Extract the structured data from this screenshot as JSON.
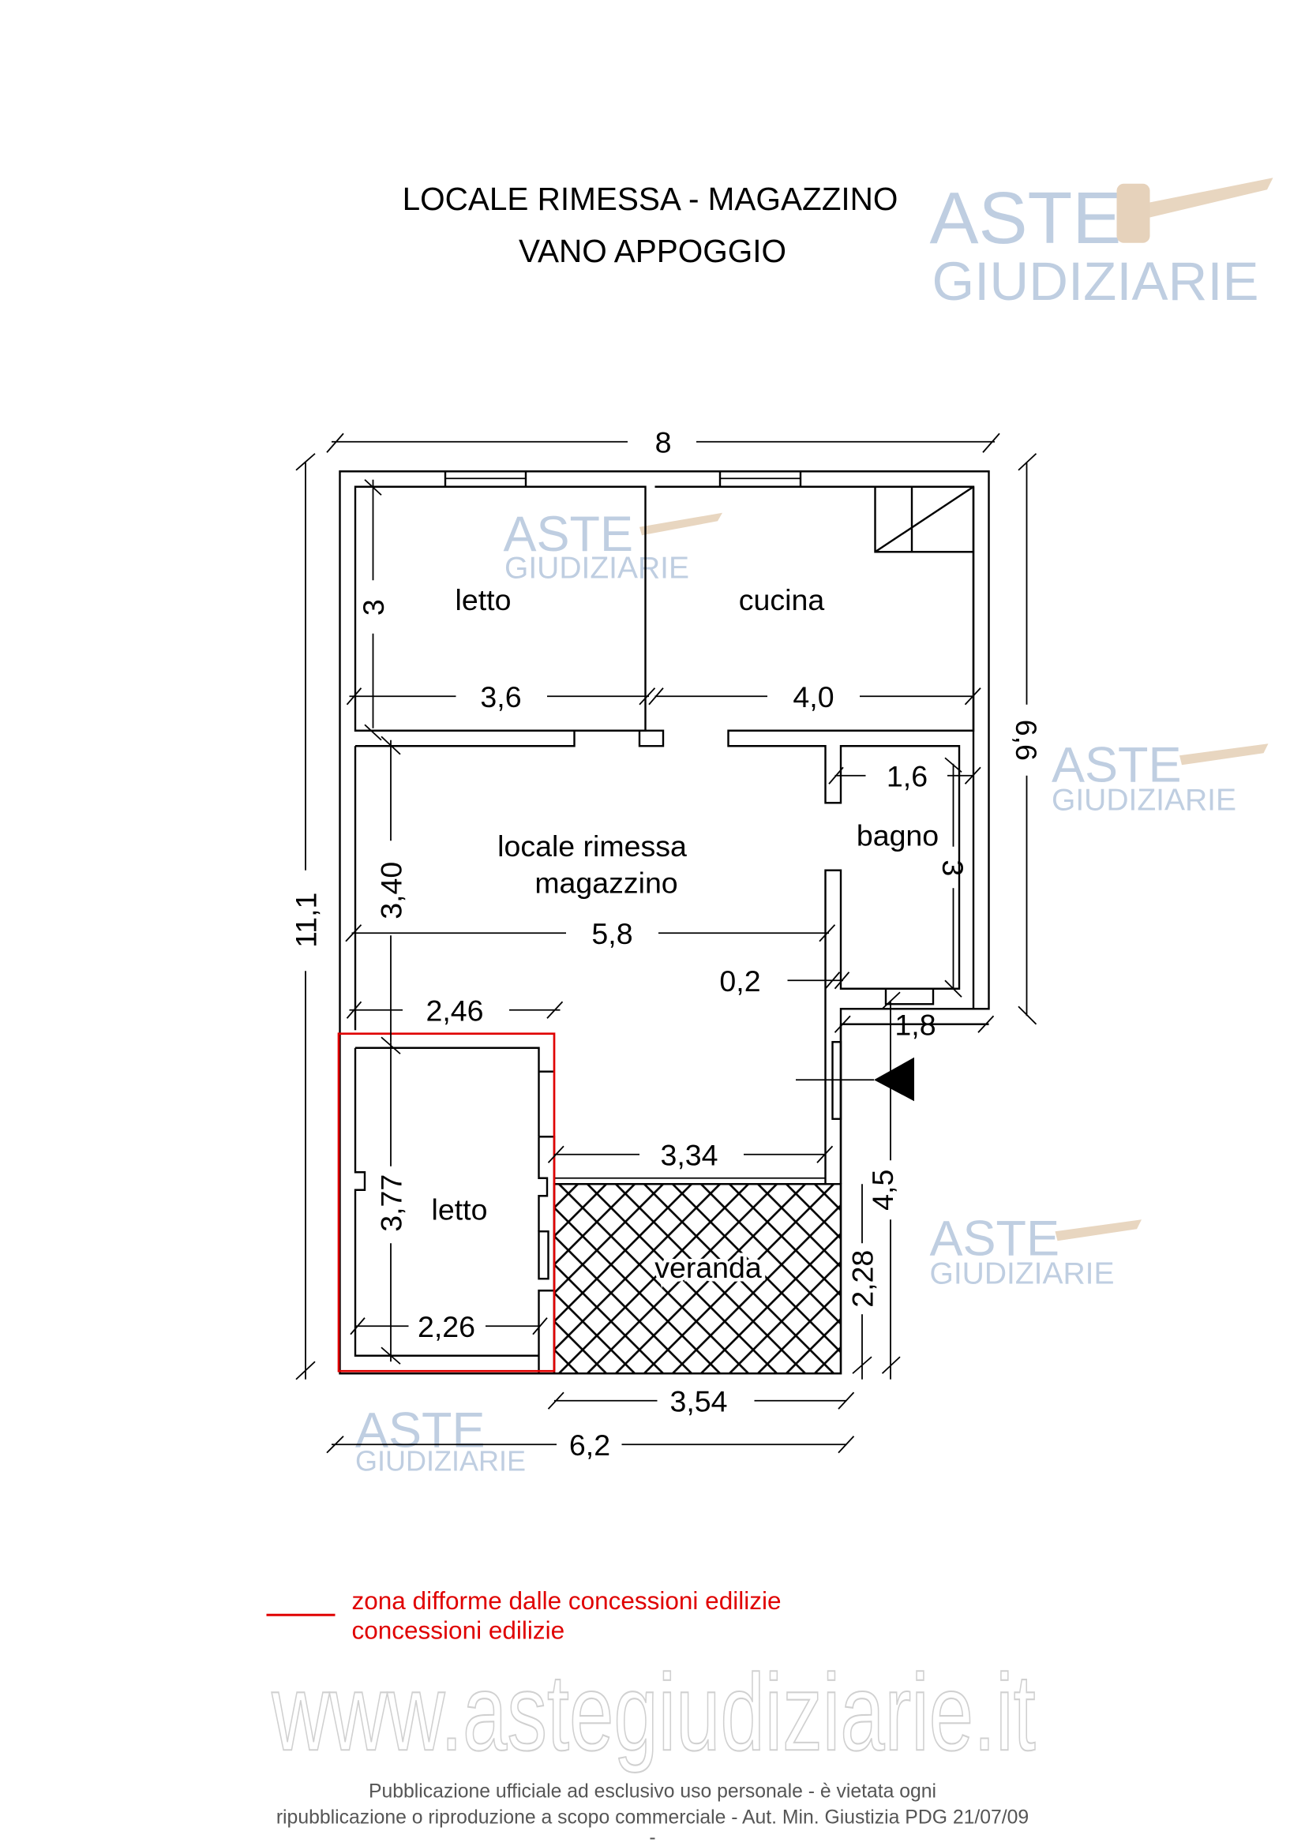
{
  "header": {
    "title_line1": "LOCALE RIMESSA - MAGAZZINO",
    "title_line2": "VANO APPOGGIO"
  },
  "watermark": {
    "logo_top": "ASTE",
    "logo_bottom": "GIUDIZIARIE",
    "site": "www.astegiudiziarie.it"
  },
  "rooms": {
    "letto_top": "letto",
    "cucina": "cucina",
    "rimessa_line1": "locale rimessa",
    "rimessa_line2": "magazzino",
    "bagno": "bagno",
    "letto_bottom": "letto",
    "veranda": "veranda"
  },
  "dimensions": {
    "overall_width": "8",
    "overall_height": "11,1",
    "right_height": "6,6",
    "letto_height": "3",
    "letto_width": "3,6",
    "cucina_width": "4,0",
    "bagno_width": "1,6",
    "bagno_height": "3",
    "rimessa_height": "3,40",
    "rimessa_width": "5,8",
    "wall_thickness": "0,2",
    "left_width": "2,46",
    "entry_width": "1,8",
    "entry_height": "4,5",
    "veranda_top_width": "3,34",
    "letto2_height": "3,77",
    "letto2_width": "2,26",
    "veranda_height": "2,28",
    "veranda_width": "3,54",
    "bottom_width": "6,2"
  },
  "legend": {
    "line_color": "#e00000",
    "text_line1": "zona difforme dalle concessioni edilizie",
    "text_line2": "concessioni edilizie"
  },
  "footer": {
    "line1": "Pubblicazione ufficiale ad esclusivo uso personale - è vietata ogni",
    "line2": "ripubblicazione o riproduzione a scopo commerciale - Aut. Min. Giustizia PDG 21/07/09",
    "line3": "-"
  }
}
